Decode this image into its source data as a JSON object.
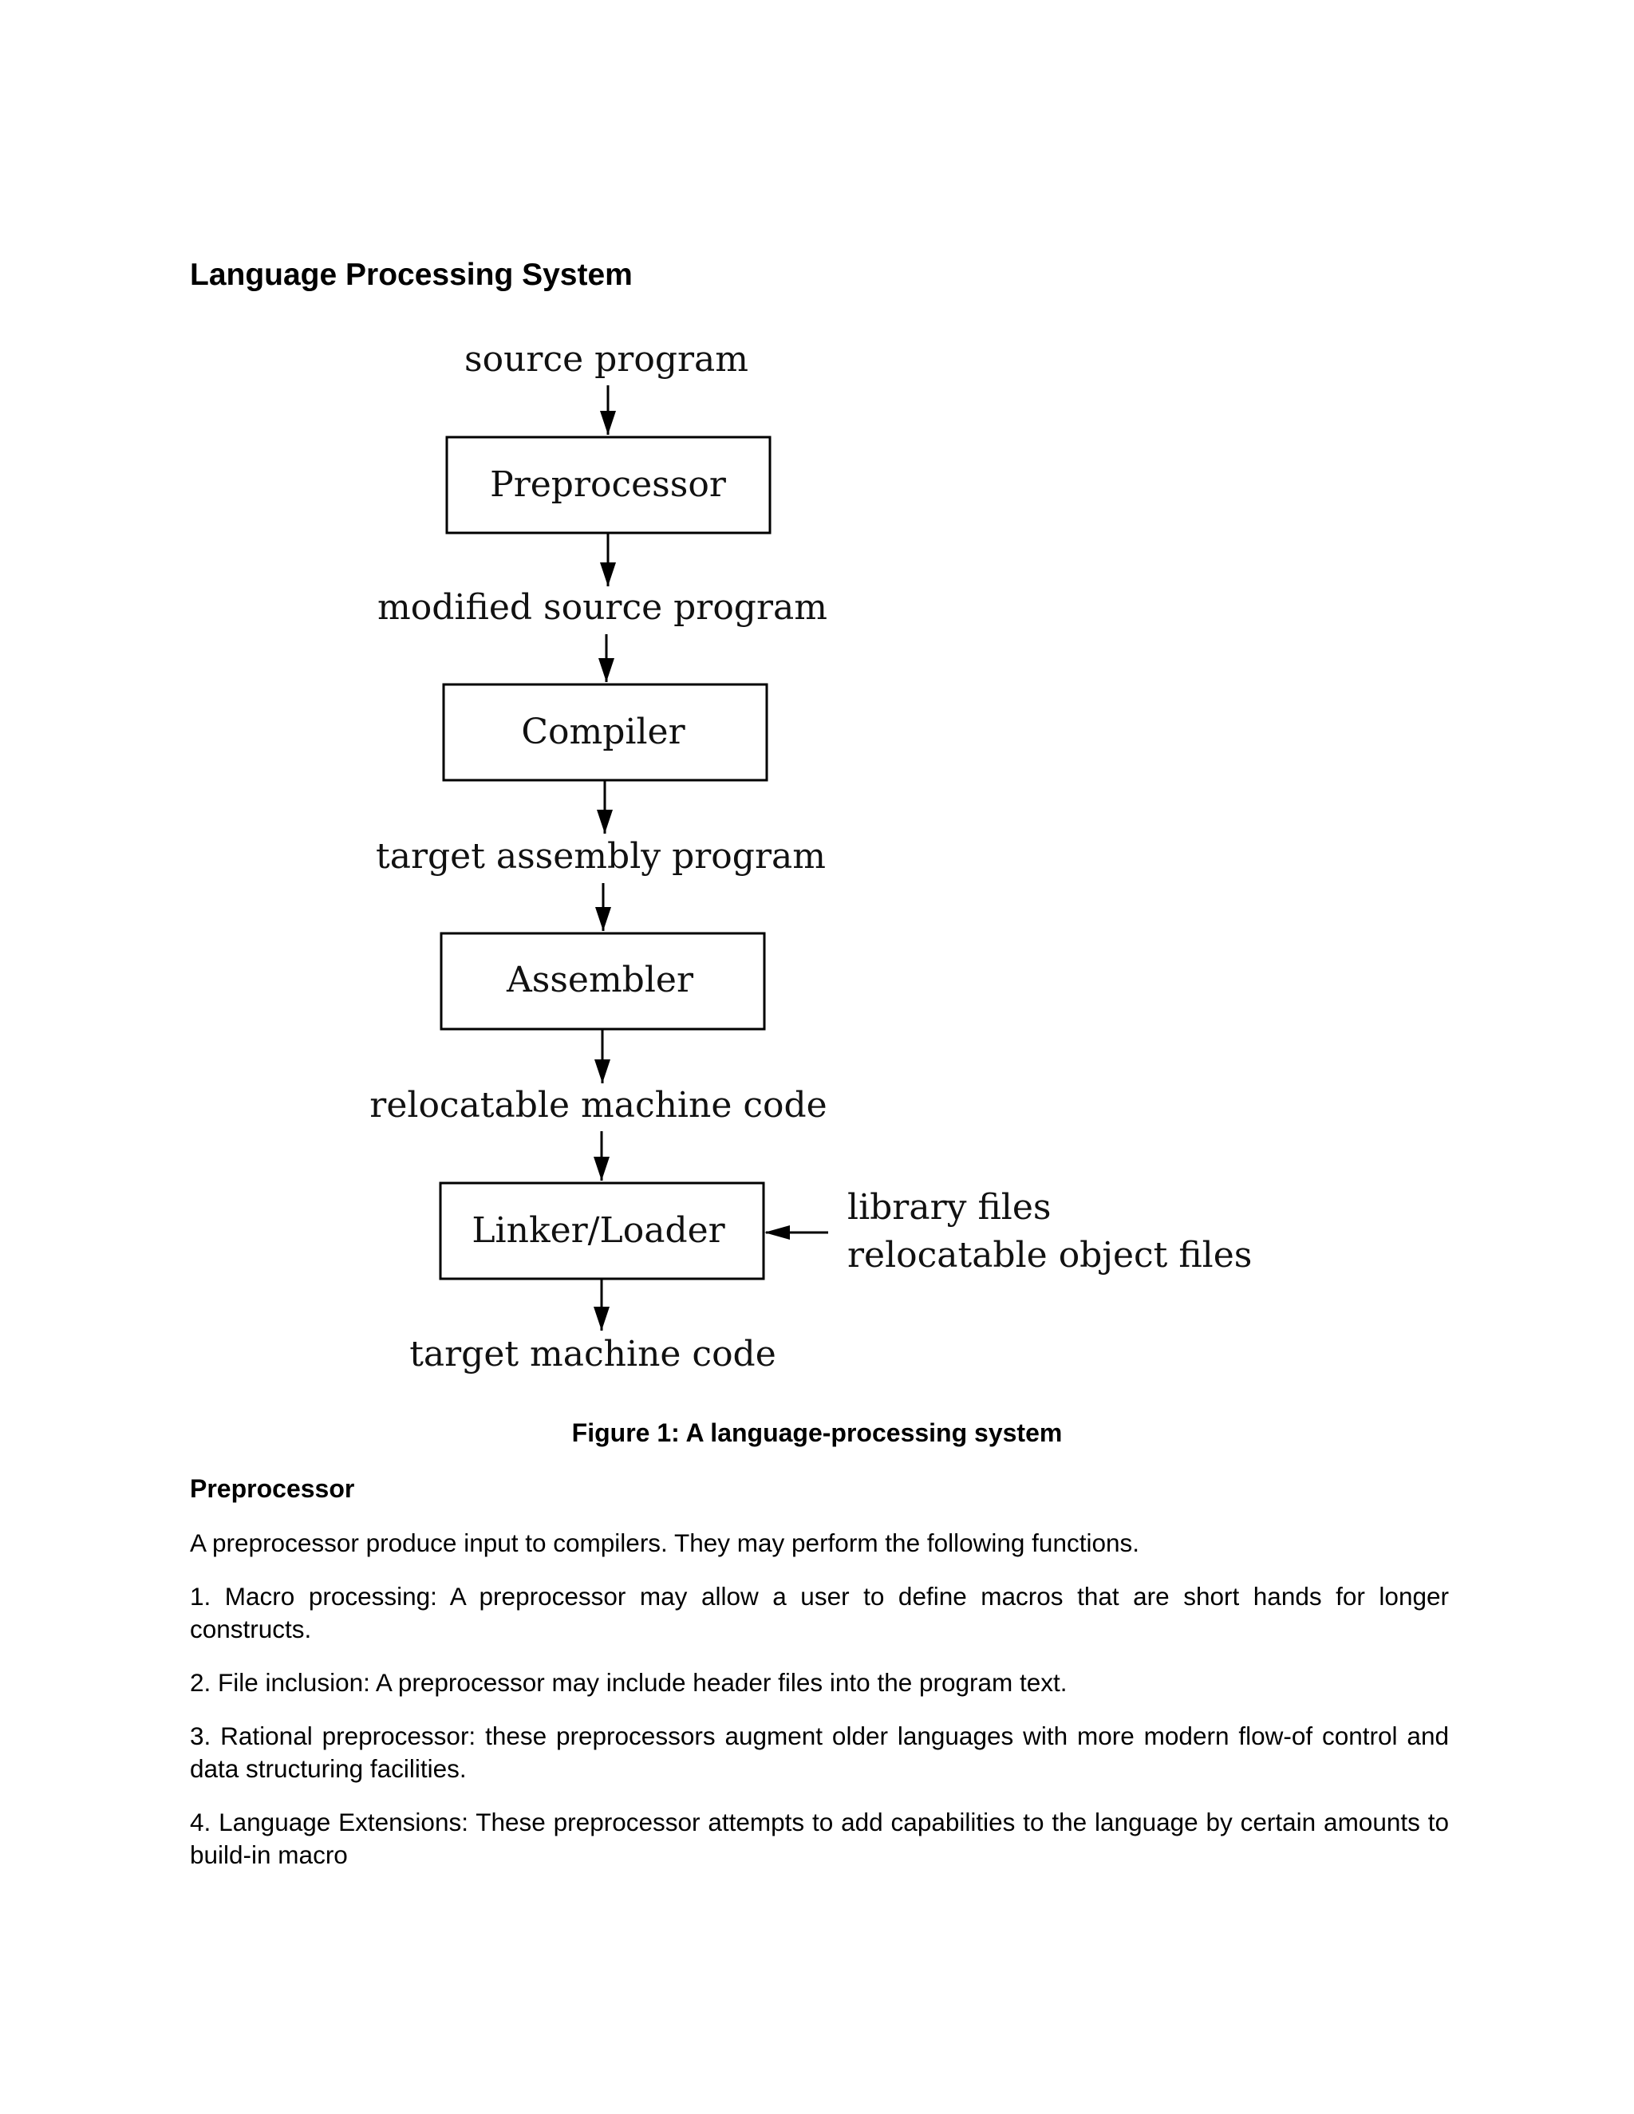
{
  "page_title": "Language Processing System",
  "diagram": {
    "input_label": "source program",
    "stages": [
      {
        "box": "Preprocessor",
        "output": "modified source program"
      },
      {
        "box": "Compiler",
        "output": "target assembly program"
      },
      {
        "box": "Assembler",
        "output": "relocatable machine code"
      },
      {
        "box": "Linker/Loader",
        "output": "target machine code"
      }
    ],
    "side_inputs": [
      "library files",
      "relocatable object files"
    ]
  },
  "figure_caption": "Figure 1: A language-processing system",
  "section": {
    "heading": "Preprocessor",
    "intro": "A preprocessor produce input to compilers. They may perform the following functions.",
    "items": [
      "1. Macro processing: A preprocessor may allow a user to define macros that are short hands for longer constructs.",
      "2. File inclusion: A preprocessor may include header files into the program text.",
      "3. Rational preprocessor: these preprocessors augment older languages with more modern flow-of control and data structuring facilities.",
      "4. Language Extensions: These preprocessor attempts to add capabilities to the language by certain amounts to build-in macro"
    ]
  }
}
